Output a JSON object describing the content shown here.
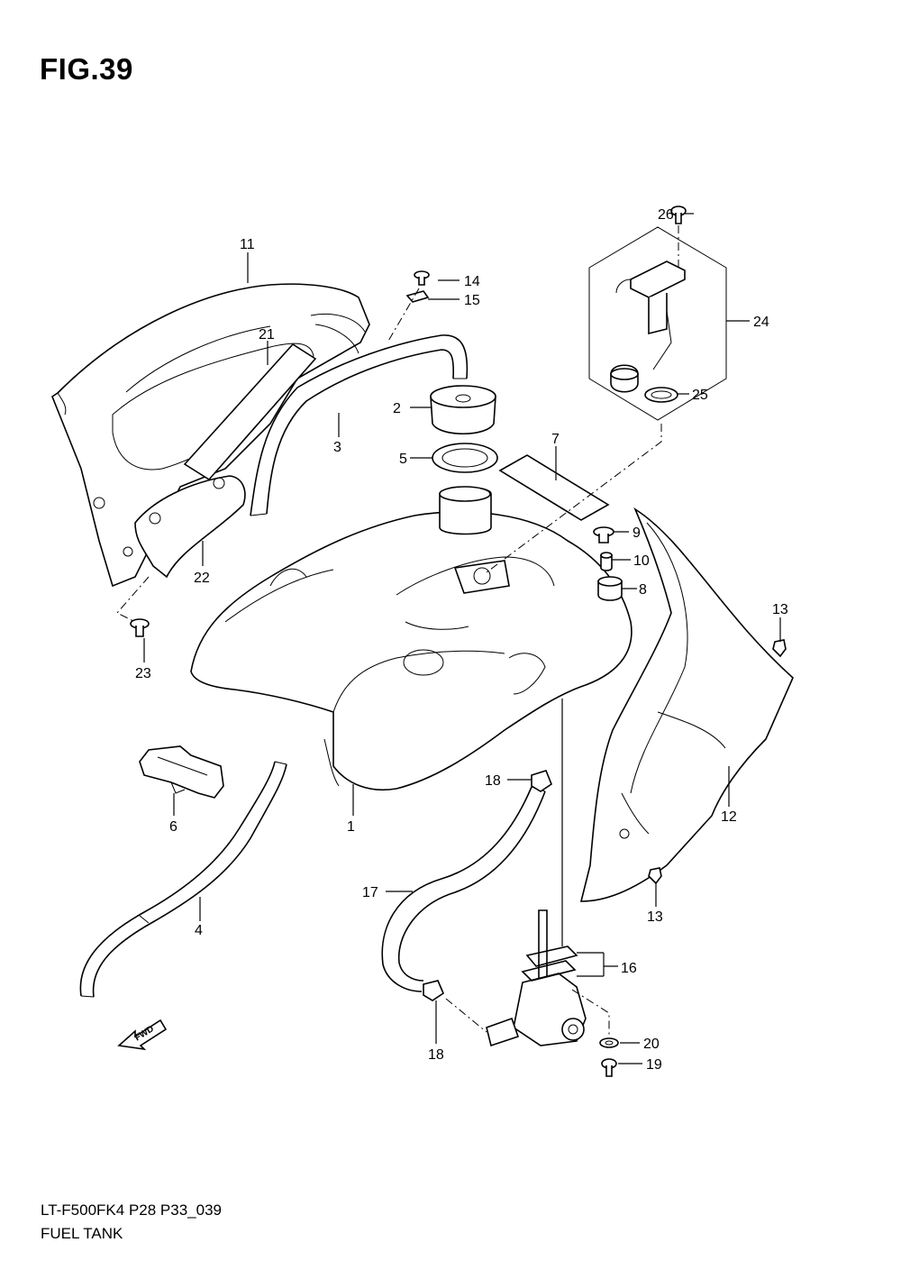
{
  "figure": {
    "title": "FIG.39",
    "model_code": "LT-F500FK4 P28 P33_039",
    "section_name": "FUEL TANK",
    "fwd_label": "FWD"
  },
  "callouts": [
    {
      "id": "c1",
      "label": "1"
    },
    {
      "id": "c2",
      "label": "2"
    },
    {
      "id": "c3",
      "label": "3"
    },
    {
      "id": "c4",
      "label": "4"
    },
    {
      "id": "c5",
      "label": "5"
    },
    {
      "id": "c6",
      "label": "6"
    },
    {
      "id": "c7",
      "label": "7"
    },
    {
      "id": "c8",
      "label": "8"
    },
    {
      "id": "c9",
      "label": "9"
    },
    {
      "id": "c10",
      "label": "10"
    },
    {
      "id": "c11",
      "label": "11"
    },
    {
      "id": "c12",
      "label": "12"
    },
    {
      "id": "c13a",
      "label": "13"
    },
    {
      "id": "c13b",
      "label": "13"
    },
    {
      "id": "c14",
      "label": "14"
    },
    {
      "id": "c15",
      "label": "15"
    },
    {
      "id": "c16",
      "label": "16"
    },
    {
      "id": "c17",
      "label": "17"
    },
    {
      "id": "c18a",
      "label": "18"
    },
    {
      "id": "c18b",
      "label": "18"
    },
    {
      "id": "c19",
      "label": "19"
    },
    {
      "id": "c20",
      "label": "20"
    },
    {
      "id": "c21",
      "label": "21"
    },
    {
      "id": "c22",
      "label": "22"
    },
    {
      "id": "c23",
      "label": "23"
    },
    {
      "id": "c24",
      "label": "24"
    },
    {
      "id": "c25",
      "label": "25"
    },
    {
      "id": "c26",
      "label": "26"
    }
  ]
}
